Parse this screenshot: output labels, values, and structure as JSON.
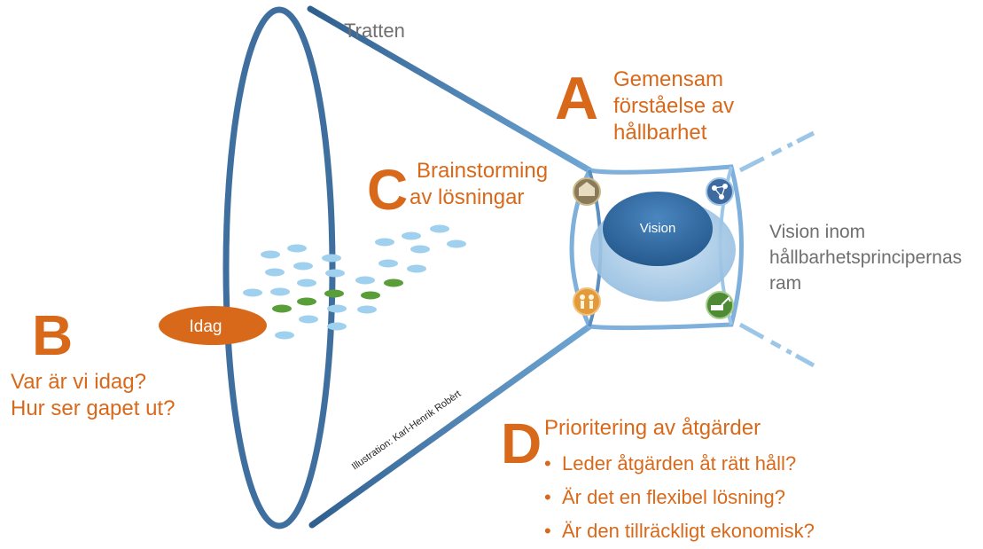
{
  "funnel_label": "Tratten",
  "section_a": {
    "letter": "A",
    "lines": [
      "Gemensam",
      "förståelse av",
      "hållbarhet"
    ]
  },
  "section_b": {
    "letter": "B",
    "lines": [
      "Var är vi idag?",
      "Hur ser gapet ut?"
    ]
  },
  "section_c": {
    "letter": "C",
    "lines": [
      "Brainstorming",
      "av lösningar"
    ]
  },
  "section_d": {
    "letter": "D",
    "heading": "Prioritering av åtgärder",
    "bullets": [
      "Leder åtgärden åt rätt håll?",
      "Är det en flexibel lösning?",
      "Är den tillräckligt ekonomisk?"
    ]
  },
  "idag_label": "Idag",
  "vision_label": "Vision",
  "vision_frame_lines": [
    "Vision inom",
    "hållbarhetsprincipernas",
    "ram"
  ],
  "credit": "Illustration: Karl-Henrik Robèrt",
  "colors": {
    "funnel": "#3f6f9e",
    "funnel_light": "#9cc6e8",
    "accent": "#d9691a",
    "idea_blue": "#9fd0ee",
    "idea_green": "#5a9e3a",
    "vision_core": "#2f6aa3",
    "vision_halo": "#a9cbe7"
  },
  "icons": [
    "sawmill-icon",
    "network-icon",
    "people-icon",
    "excavator-icon"
  ]
}
